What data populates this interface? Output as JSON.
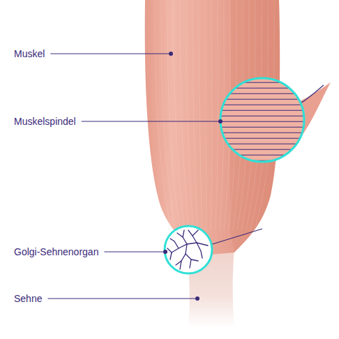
{
  "diagram": {
    "labels": [
      "Muskel",
      "Muskelspindel",
      "Golgi-Sehnenorgan",
      "Sehne"
    ]
  }
}
